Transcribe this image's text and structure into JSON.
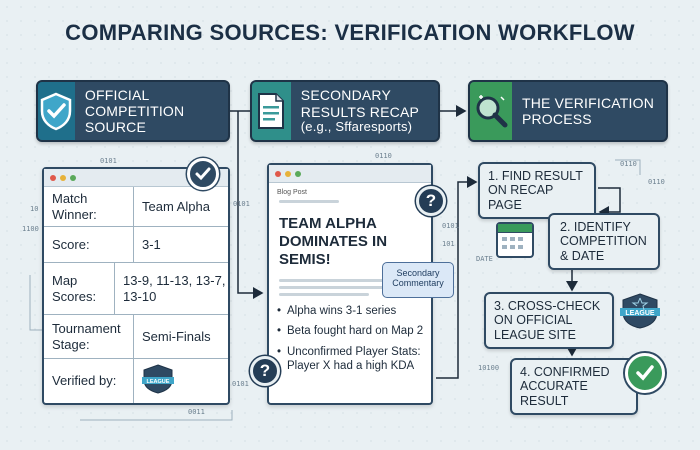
{
  "title": "COMPARING SOURCES: VERIFICATION WORKFLOW",
  "headers": {
    "official": "OFFICIAL COMPETITION SOURCE",
    "secondary_line1": "SECONDARY RESULTS RECAP",
    "secondary_line2": "(e.g., Sffaresports)",
    "process": "THE VERIFICATION PROCESS"
  },
  "official_table": [
    {
      "key": "Match Winner:",
      "value": "Team Alpha"
    },
    {
      "key": "Score:",
      "value": "3-1"
    },
    {
      "key": "Map Scores:",
      "value": "13-9, 11-13, 13-7, 13-10"
    },
    {
      "key": "Tournament Stage:",
      "value": "Semi-Finals"
    },
    {
      "key": "Verified by:",
      "value": ""
    }
  ],
  "league_logo_text": "LEAGUE",
  "recap": {
    "label": "Blog Post",
    "headline": "TEAM ALPHA DOMINATES IN SEMIS!",
    "callout": "Secondary Commentary",
    "bullets": [
      "Alpha wins 3-1 series",
      "Beta fought hard on Map 2",
      "Unconfirmed Player Stats: Player X had a high KDA"
    ]
  },
  "steps": [
    "1. FIND RESULT ON RECAP PAGE",
    "2. IDENTIFY COMPETITION & DATE",
    "3. CROSS-CHECK ON OFFICIAL LEAGUE SITE",
    "4. CONFIRMED ACCURATE RESULT"
  ],
  "date_label": "DATE",
  "binary": [
    "0101",
    "10",
    "0101",
    "0110",
    "1100",
    "0101",
    "0110",
    "101",
    "0110",
    "0101",
    "10100",
    "0011"
  ],
  "colors": {
    "navy": "#2f4a63",
    "green": "#3a9a5b",
    "teal": "#2f8f8a",
    "background": "#e9f0f3"
  },
  "icons": [
    "shield-check-icon",
    "document-icon",
    "magnifier-icon",
    "calendar-icon",
    "league-badge-icon",
    "question-icon",
    "check-circle-icon"
  ]
}
